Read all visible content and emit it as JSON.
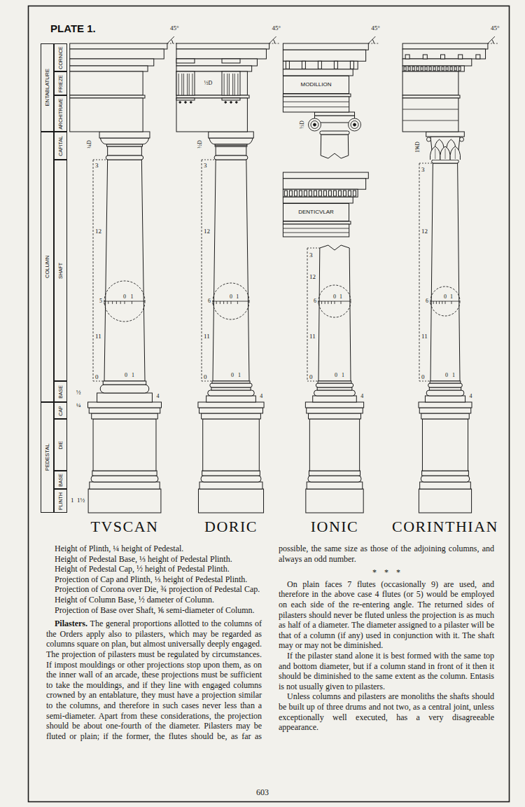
{
  "diagram": {
    "title": "PLATE 1.",
    "nodes": [
      {
        "text": [
          "ENTABLATURE"
        ]
      },
      {
        "text": [
          "CORNICE"
        ]
      },
      {
        "text": [
          "FRIEZE"
        ]
      },
      {
        "text": [
          "ARCHITRAVE"
        ]
      },
      {
        "text": [
          "CAPITAL"
        ]
      },
      {
        "text": [
          "COLUMN"
        ]
      },
      {
        "text": [
          "SHAFT"
        ]
      },
      {
        "text": [
          "BASE"
        ]
      },
      {
        "text": [
          "PEDESTAL"
        ]
      },
      {
        "text": [
          "CAP"
        ]
      },
      {
        "text": [
          "DIE"
        ]
      },
      {
        "text": [
          "BASE"
        ]
      },
      {
        "text": [
          "PLINTH"
        ]
      },
      {
        "text": [
          "MODILLION"
        ]
      },
      {
        "text": [
          "DENTICVLAR"
        ]
      }
    ],
    "labels": [
      "45°",
      "¼D",
      "3",
      "12",
      "5",
      "0",
      "1",
      "11",
      "0",
      "½",
      "¼",
      "0",
      "1",
      "4",
      "1",
      "1½",
      "TVSCAN",
      "45°",
      "½D",
      "½D",
      "3",
      "12",
      "6",
      "0",
      "1",
      "11",
      "0",
      "0",
      "1",
      "4",
      "DORIC",
      "45°",
      "⅓D",
      "3",
      "12",
      "6",
      "0",
      "1",
      "11",
      "0",
      "0",
      "1",
      "4",
      "IONIC",
      "45°",
      "1⅙D",
      "3",
      "12",
      "6",
      "0",
      "1",
      "11",
      "0",
      "0",
      "1",
      "4",
      "CORINTHIAN",
      "Height of Plinth, ¼ height of Pedestal.",
      "Height of Pedestal Base, ⅓ height of Pedestal Plinth.",
      "Height of Pedestal Cap, ½ height of Pedestal Plinth.",
      "Projection of Cap and Plinth, ⅓ height of Pedestal Plinth.",
      "Projection of Corona over Die, ¾ projection of Pedestal Cap.",
      "Height of Column Base, ½ dameter of Column.",
      "Projection of Base over Shaft, ⅙ semi-diameter of Column.",
      "Pilasters.",
      "The general proportions allotted to the columns of the Orders apply also to pilasters, which may be regarded as columns square on plan, but almost universally deeply engaged. The projection of pilasters must be regulated by circumstances. If impost mouldings or other projections stop upon them, as on the inner wall of an arcade, these projections must be sufficient to take the mouldings, and if they line with engaged columns crowned by an entablature, they must have a projection similar to the columns, and therefore in such cases never less than a semi-diameter. Apart from these considerations, the projection should be about one-fourth of the diameter. Pilasters may be fluted or plain; if the former, the flutes should be, as far as possible, the same size as those of the adjoining columns, and always an odd number.",
      "* * *",
      "On plain faces 7 flutes (occasionally 9) are used, and therefore in the above case 4 flutes (or 5) would be employed on each side of the re-entering angle. The returned sides of pilasters should never be fluted unless the projection is as much as half of a diameter. The diameter assigned to a pilaster will be that of a column (if any) used in conjunction with it. The shaft may or may not be diminished.",
      "If the pilaster stand alone it is best formed with the same top and bottom diameter, but if a column stand in front of it then it should be diminished to the same extent as the column. Entasis is not usually given to pilasters.",
      "Unless columns and pilasters are monoliths the shafts should be built up of three drums and not two, as a central joint, unless exceptionally well executed, has a very disagreeable appearance.",
      "603"
    ]
  }
}
